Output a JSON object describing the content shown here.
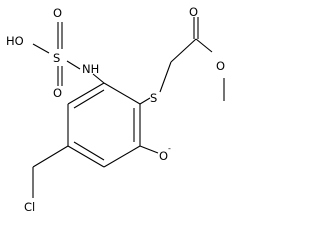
{
  "molecule": {
    "atoms": {
      "hydroxyl": "HO",
      "sulfonyl_sulfur": "S",
      "sulfonyl_oxygen_top": "O",
      "sulfonyl_oxygen_bottom": "O",
      "amine": "NH",
      "thioether_sulfur": "S",
      "carbonyl_oxygen": "O",
      "ester_oxygen": "O",
      "phenoxide_oxygen": "O",
      "phenoxide_charge": "-",
      "chlorine": "Cl"
    },
    "colors": {
      "bond": "#000000",
      "text": "#000000",
      "background": "#ffffff"
    }
  }
}
